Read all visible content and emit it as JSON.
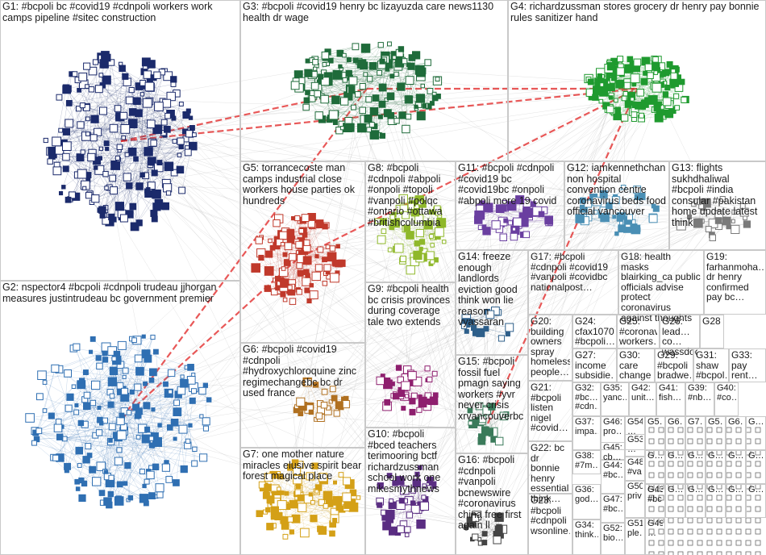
{
  "groups": [
    {
      "id": "G1",
      "text": "G1: #bcpoli bc #covid19 #cdnpoli workers work camps pipeline #sitec construction",
      "color": "#1b2a6b"
    },
    {
      "id": "G2",
      "text": "G2: nspector4 #bcpoli #cdnpoli trudeau jjhorgan measures justintrudeau bc government premier",
      "color": "#2f6fb2"
    },
    {
      "id": "G3",
      "text": "G3: #bcpoli #covid19 henry bc lizayuzda care news1130 health dr wage",
      "color": "#1f6b3a"
    },
    {
      "id": "G4",
      "text": "G4: richardzussman stores grocery dr henry pay bonnie rules sanitizer hand",
      "color": "#1f9a2f"
    },
    {
      "id": "G5",
      "text": "G5: torrancecoste man camps industrial close workers house parties ok hundreds",
      "color": "#c0392b"
    },
    {
      "id": "G6",
      "text": "G6: #bcpoli #covid19 #cdnpoli #hydroxychloroquine zinc regimechangebc bc dr used france",
      "color": "#b07020"
    },
    {
      "id": "G7",
      "text": "G7: one mother nature miracles elusive spirit bear forest magical place",
      "color": "#d4a017"
    },
    {
      "id": "G8",
      "text": "G8: #bcpoli #cdnpoli #abpoli #onpoli #topoli #vanpoli #polqc #ontario #ottawa #britishcolumbia",
      "color": "#8fb82a"
    },
    {
      "id": "G9",
      "text": "G9: #bcpoli health bc crisis provinces during coverage tale two extends",
      "color": "#8e1f6e"
    },
    {
      "id": "G10",
      "text": "G10: #bcpoli #bced teachers terimooring bctf richardzussman school work one mikesmythnews",
      "color": "#5a2d82"
    },
    {
      "id": "G11",
      "text": "G11: #bcpoli #cdnpoli #covid19 bc #covid19bc #onpoli #abpoli more 19 covid",
      "color": "#6a3fa0"
    },
    {
      "id": "G12",
      "text": "G12: iamkennethchan non hospital convention centre coronavirus beds food official vancouver",
      "color": "#4a8fb5"
    },
    {
      "id": "G13",
      "text": "G13: flights sukhdhaliwal #bcpoli #india consular #pakistan home update latest think",
      "color": "#7a7a7a"
    },
    {
      "id": "G14",
      "text": "G14: freeze enough landlords eviction good think won lie reason vyassaran",
      "color": "#2e5f8a"
    },
    {
      "id": "G15",
      "text": "G15: #bcpoli fossil fuel pmagn saying workers #yvr never crisis xrvancouverbc",
      "color": "#3a7a5a"
    },
    {
      "id": "G16",
      "text": "G16: #bcpoli #cdnpoli #vanpoli bcnewswire #coronavirus china free first again ll",
      "color": "#444444"
    },
    {
      "id": "G17",
      "text": "G17: #bcpoli #cdnpoli #covid19 #vanpoli #covidbc nationalpost…",
      "color": "#555555"
    },
    {
      "id": "G18",
      "text": "G18: health masks blairking_ca public officials advise protect coronavirus against thoughts",
      "color": "#555555"
    },
    {
      "id": "G19",
      "text": "G19: farhanmoha… dr henry confirmed pay bc…",
      "color": "#555555"
    },
    {
      "id": "G20",
      "text": "G20: building owners spray homeless people…",
      "color": "#555555"
    },
    {
      "id": "G21",
      "text": "G21: #bcpoli listen nigel #covid…",
      "color": "#555555"
    },
    {
      "id": "G22",
      "text": "G22: bc dr bonnie henry essential think…",
      "color": "#555555"
    },
    {
      "id": "G23",
      "text": "G23: #bcpoli #cdnpoli wsonline…",
      "color": "#555555"
    },
    {
      "id": "G24",
      "text": "G24: cfax1070 #bcpoli…",
      "color": "#555555"
    },
    {
      "id": "G25",
      "text": "G25: #coronavi… workers…",
      "color": "#555555"
    },
    {
      "id": "G26",
      "text": "G26: lead… co… wassdoc…",
      "color": "#555555"
    },
    {
      "id": "G27",
      "text": "G27: income subsidie…",
      "color": "#555555"
    },
    {
      "id": "G28",
      "text": "G28",
      "color": "#555555"
    },
    {
      "id": "G29",
      "text": "G29: #bcpoli bradwe…",
      "color": "#555555"
    },
    {
      "id": "G30",
      "text": "G30: care change…",
      "color": "#555555"
    },
    {
      "id": "G31",
      "text": "G31: shaw #bcpol…",
      "color": "#555555"
    },
    {
      "id": "G32",
      "text": "G32: #bc… #cdn…",
      "color": "#555555"
    },
    {
      "id": "G33",
      "text": "G33: pay rent…",
      "color": "#555555"
    },
    {
      "id": "G34",
      "text": "G34: think…",
      "color": "#555555"
    },
    {
      "id": "G35",
      "text": "G35: yanc…",
      "color": "#555555"
    },
    {
      "id": "G36",
      "text": "G36: god…",
      "color": "#555555"
    },
    {
      "id": "G37",
      "text": "G37: impa…",
      "color": "#555555"
    },
    {
      "id": "G38",
      "text": "G38: #7m…",
      "color": "#555555"
    },
    {
      "id": "G39",
      "text": "G39: #nb…",
      "color": "#555555"
    },
    {
      "id": "G40",
      "text": "G40: #co…",
      "color": "#555555"
    },
    {
      "id": "G41",
      "text": "G41: fish…",
      "color": "#555555"
    },
    {
      "id": "G42",
      "text": "G42: unit…",
      "color": "#555555"
    },
    {
      "id": "G43",
      "text": "G43: #bc…",
      "color": "#555555"
    },
    {
      "id": "G44",
      "text": "G44: #bc…",
      "color": "#555555"
    },
    {
      "id": "G45",
      "text": "G45: cb…",
      "color": "#555555"
    },
    {
      "id": "G46",
      "text": "G46: pro…",
      "color": "#555555"
    },
    {
      "id": "G47",
      "text": "G47: #bc…",
      "color": "#555555"
    },
    {
      "id": "G48",
      "text": "G48: #va…",
      "color": "#555555"
    },
    {
      "id": "G49",
      "text": "G49: …",
      "color": "#555555"
    },
    {
      "id": "G50",
      "text": "G50: priv…",
      "color": "#555555"
    },
    {
      "id": "G51",
      "text": "G51: ple…",
      "color": "#555555"
    },
    {
      "id": "G52",
      "text": "G52: bio…",
      "color": "#555555"
    },
    {
      "id": "G53",
      "text": "G53: …",
      "color": "#555555"
    },
    {
      "id": "G54",
      "text": "G54: …",
      "color": "#555555"
    }
  ],
  "small_cells": [
    "G5…",
    "G6…",
    "G7…",
    "G5…",
    "G6…",
    "G…",
    "G…",
    "G…",
    "G…",
    "G…",
    "G…",
    "G…",
    "G…",
    "G…",
    "G…",
    "G…",
    "G…",
    "G…",
    "G…",
    "G…"
  ]
}
